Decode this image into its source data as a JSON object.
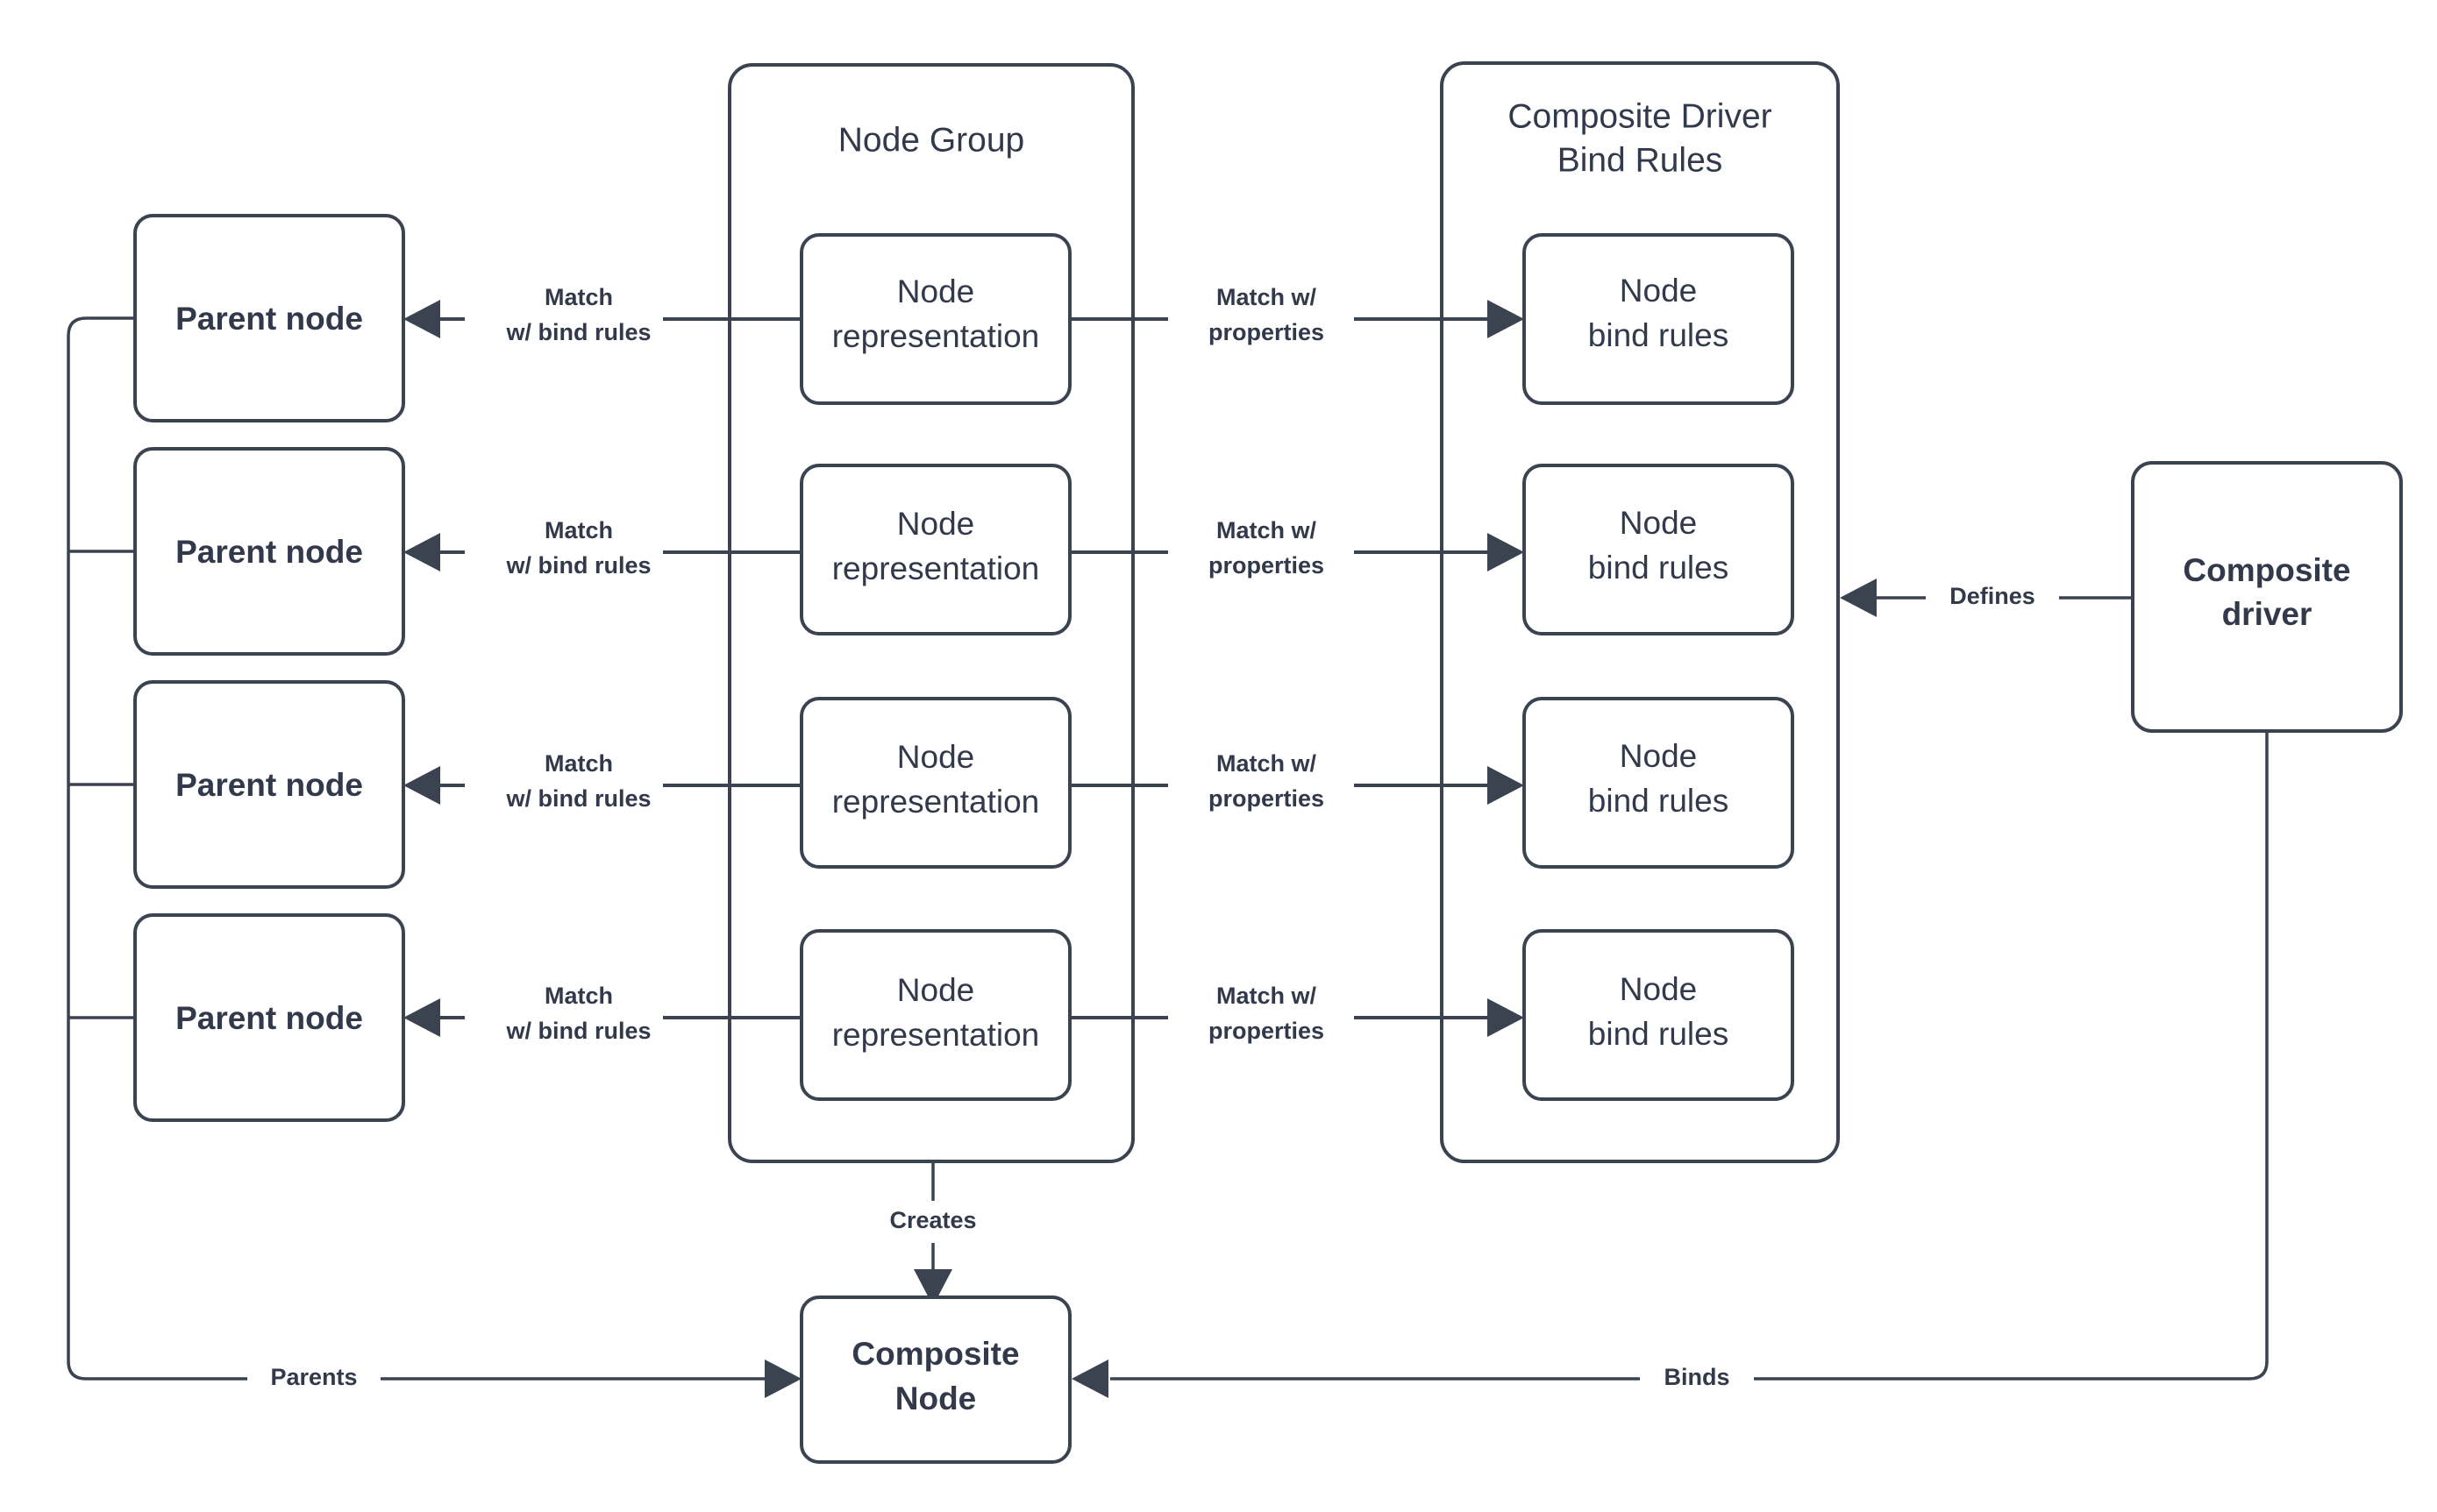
{
  "diagram": {
    "title": "Composite Driver / Node Group binding architecture",
    "background_color": "#ffffff",
    "stroke_color": "#3b4351",
    "text_color": "#32394a",
    "groups": [
      {
        "id": "node-group",
        "label": "Node Group"
      },
      {
        "id": "bind-rules-group",
        "label": "Composite Driver\nBind Rules",
        "label_line1": "Composite Driver",
        "label_line2": "Bind Rules"
      }
    ],
    "parent_nodes": [
      {
        "id": "parent-node-1",
        "label": "Parent node"
      },
      {
        "id": "parent-node-2",
        "label": "Parent node"
      },
      {
        "id": "parent-node-3",
        "label": "Parent node"
      },
      {
        "id": "parent-node-4",
        "label": "Parent  node"
      }
    ],
    "node_representations": [
      {
        "id": "node-representation-1",
        "line1": "Node",
        "line2": "representation"
      },
      {
        "id": "node-representation-2",
        "line1": "Node",
        "line2": "representation"
      },
      {
        "id": "node-representation-3",
        "line1": "Node",
        "line2": "representation"
      },
      {
        "id": "node-representation-4",
        "line1": "Node",
        "line2": "representation"
      }
    ],
    "node_bind_rules": [
      {
        "id": "node-bind-rules-1",
        "line1": "Node",
        "line2": "bind rules"
      },
      {
        "id": "node-bind-rules-2",
        "line1": "Node",
        "line2": "bind rules"
      },
      {
        "id": "node-bind-rules-3",
        "line1": "Node",
        "line2": "bind rules"
      },
      {
        "id": "node-bind-rules-4",
        "line1": "Node",
        "line2": "bind rules"
      }
    ],
    "composite_driver": {
      "id": "composite-driver",
      "line1": "Composite",
      "line2": "driver"
    },
    "composite_node": {
      "id": "composite-node",
      "line1": "Composite",
      "line2": "Node"
    },
    "edge_labels": {
      "match_bind_rules_line1": "Match",
      "match_bind_rules_line2": "w/ bind rules",
      "match_properties_line1": "Match w/",
      "match_properties_line2": "properties",
      "defines": "Defines",
      "creates": "Creates",
      "parents": "Parents",
      "binds": "Binds"
    }
  }
}
